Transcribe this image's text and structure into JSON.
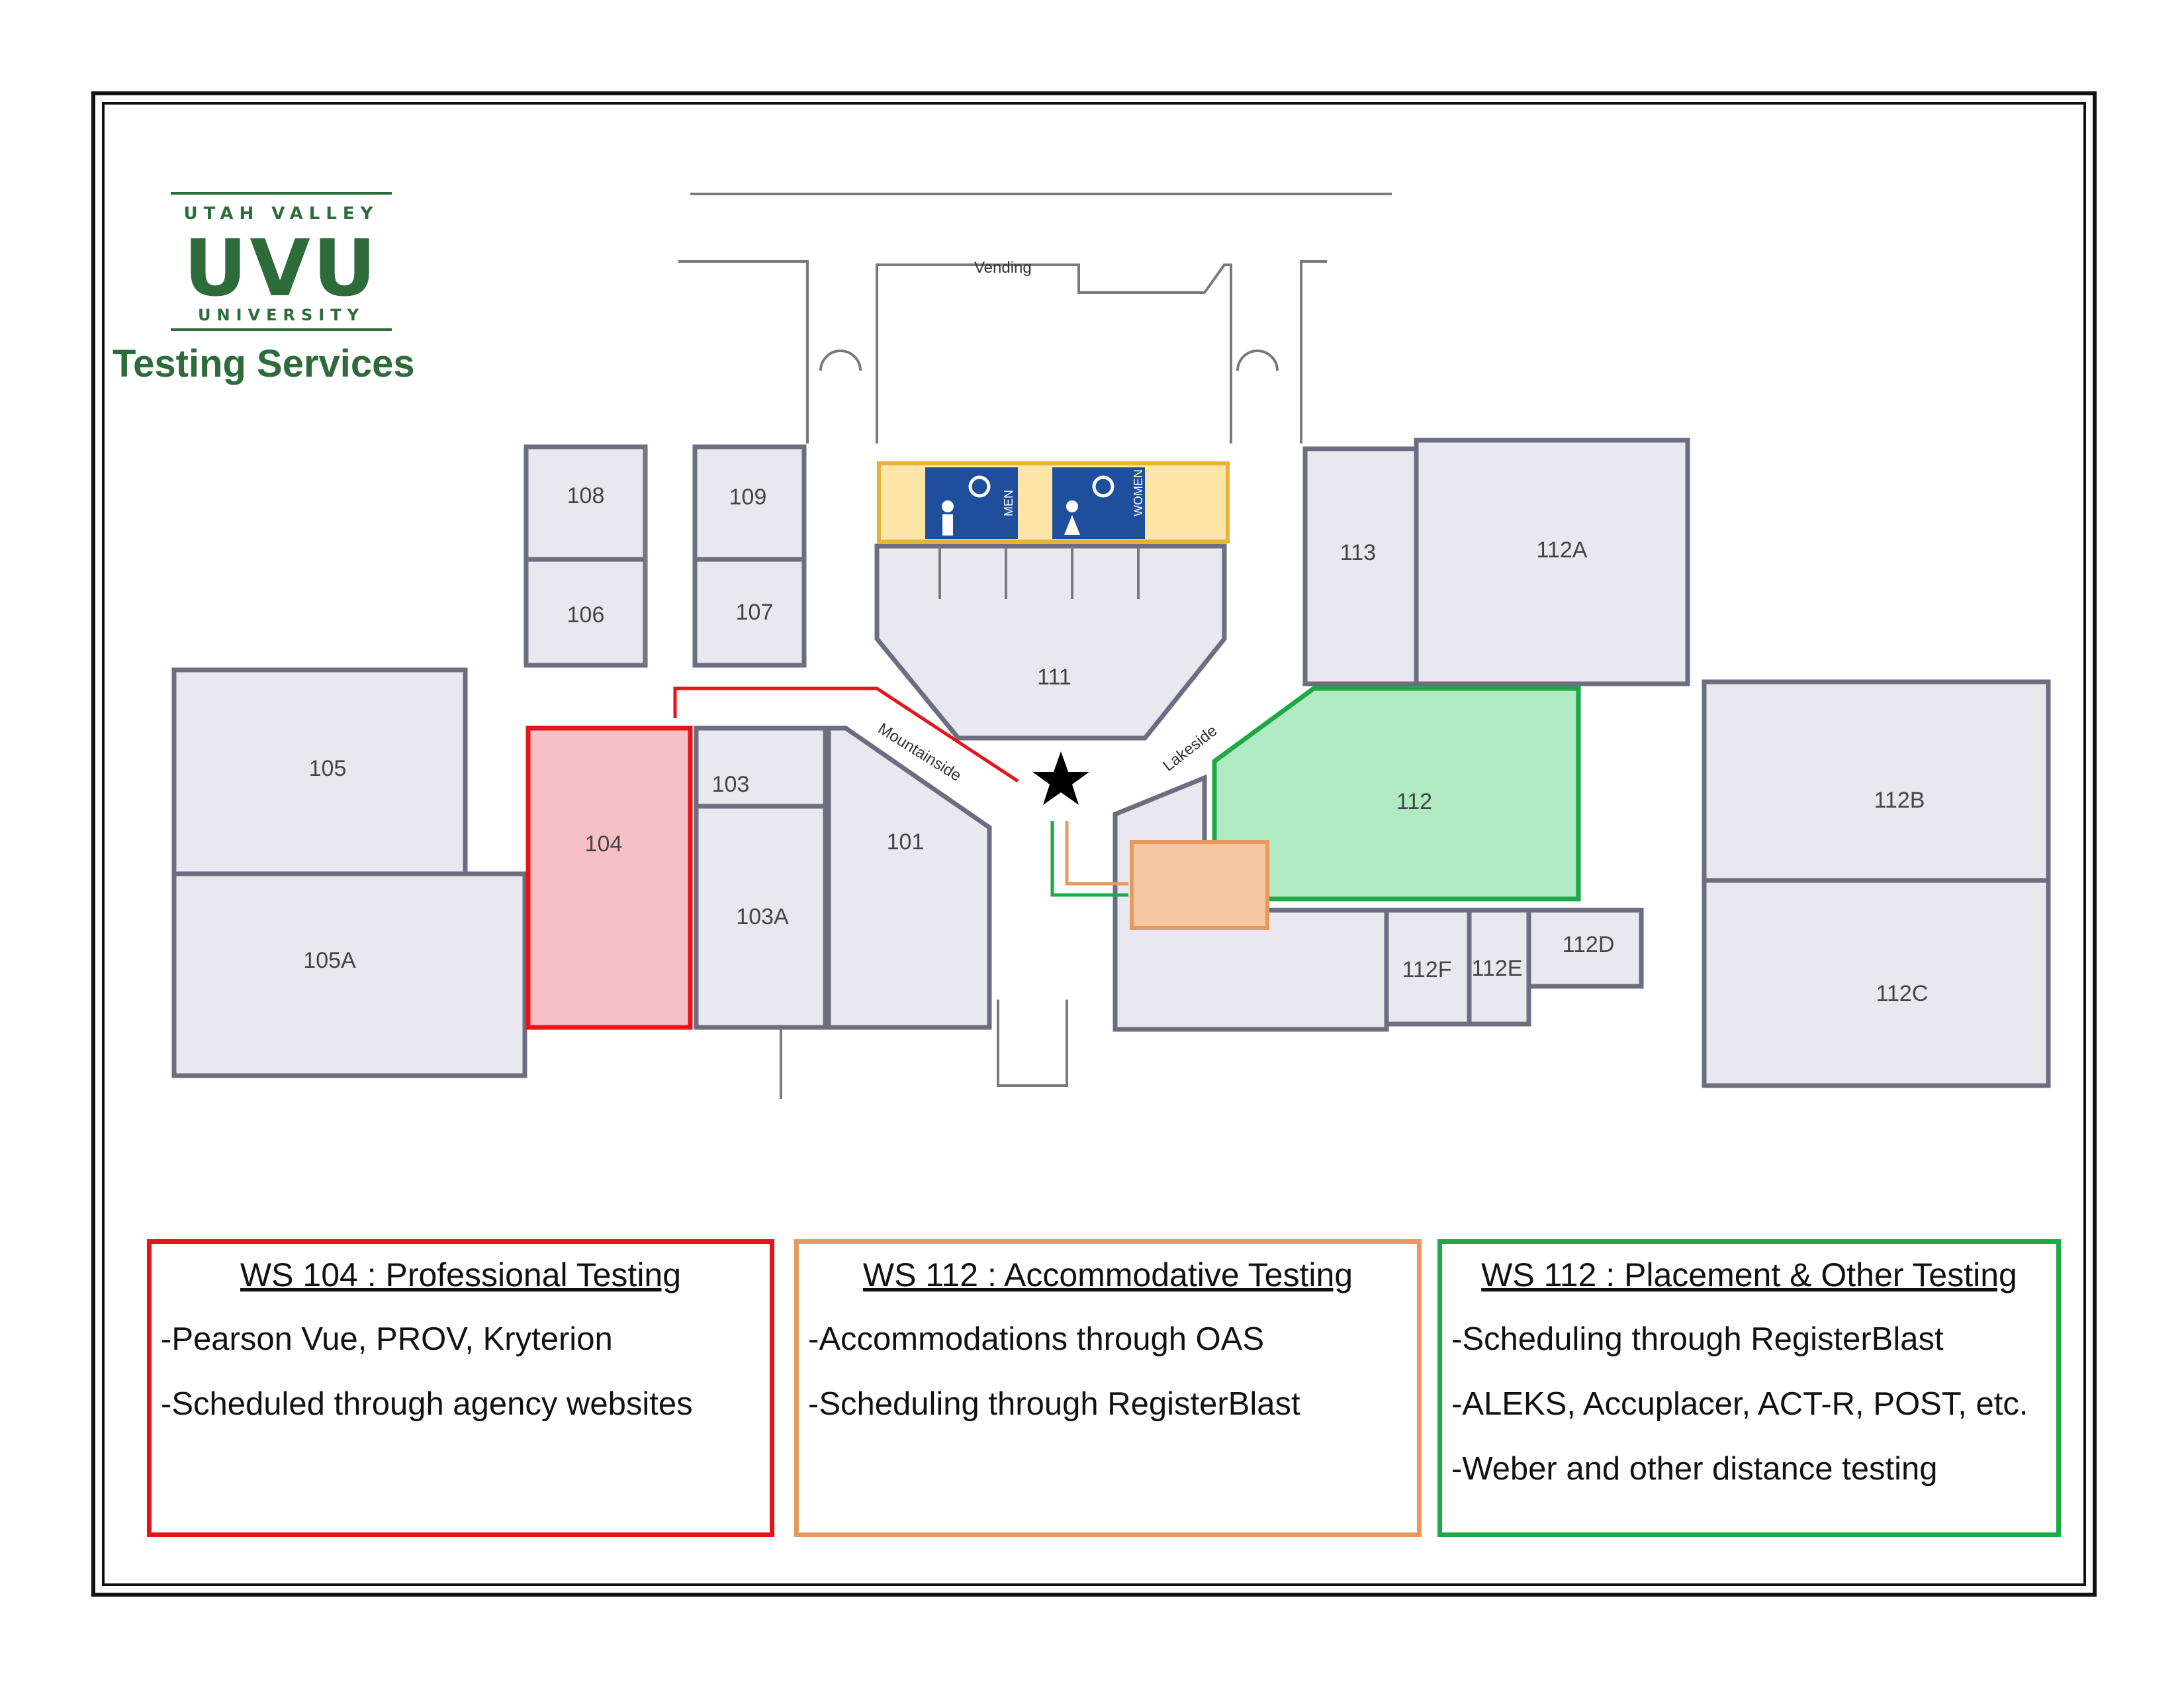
{
  "logo": {
    "line1": "UTAH VALLEY",
    "mark": "UVU",
    "line2": "UNIVERSITY",
    "subtitle": "Testing Services"
  },
  "colors": {
    "red": "#e5141a",
    "orange": "#e8995e",
    "green": "#1fa846",
    "logo_green": "#2e6b3a"
  },
  "map": {
    "rooms": {
      "r108": "108",
      "r109": "109",
      "r106": "106",
      "r107": "107",
      "r105": "105",
      "r105a": "105A",
      "r104": "104",
      "r103": "103",
      "r103a": "103A",
      "r101": "101",
      "r111": "111",
      "r113": "113",
      "r112a": "112A",
      "r112": "112",
      "r112b": "112B",
      "r112c": "112C",
      "r112d": "112D",
      "r112e": "112E",
      "r112f": "112F"
    },
    "labels": {
      "vending": "Vending",
      "mountainside": "Mountainside",
      "lakeside": "Lakeside",
      "men": "MEN",
      "women": "WOMEN"
    }
  },
  "legend": [
    {
      "title": "WS 104 : Professional Testing",
      "color": "#e5141a",
      "lines": [
        "-Pearson Vue, PROV, Kryterion",
        "-Scheduled through agency websites"
      ]
    },
    {
      "title": "WS 112 : Accommodative Testing",
      "color": "#e8995e",
      "lines": [
        "-Accommodations through OAS",
        "-Scheduling through RegisterBlast"
      ]
    },
    {
      "title": "WS 112 : Placement & Other Testing",
      "color": "#1fa846",
      "lines": [
        "-Scheduling through RegisterBlast",
        "-ALEKS, Accuplacer, ACT-R, POST, etc.",
        "-Weber and other distance testing"
      ]
    }
  ]
}
